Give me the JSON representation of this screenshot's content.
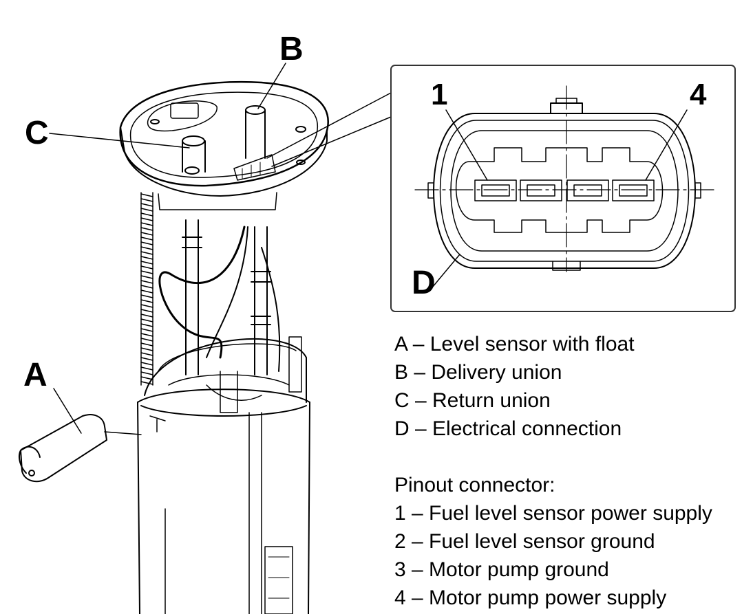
{
  "callouts": {
    "a": "A",
    "b": "B",
    "c": "C",
    "d": "D"
  },
  "connector": {
    "pin_first": "1",
    "pin_last": "4"
  },
  "legend": {
    "items": [
      "A – Level sensor with float",
      "B – Delivery union",
      "C – Return union",
      "D – Electrical connection"
    ],
    "pinout_title": "Pinout connector:",
    "pinout_items": [
      "1 – Fuel level sensor power supply",
      "2 – Fuel level sensor ground",
      "3 – Motor pump ground",
      "4 – Motor pump power supply"
    ]
  },
  "colors": {
    "ink": "#000000",
    "background": "#ffffff",
    "panel_border": "#333333"
  }
}
